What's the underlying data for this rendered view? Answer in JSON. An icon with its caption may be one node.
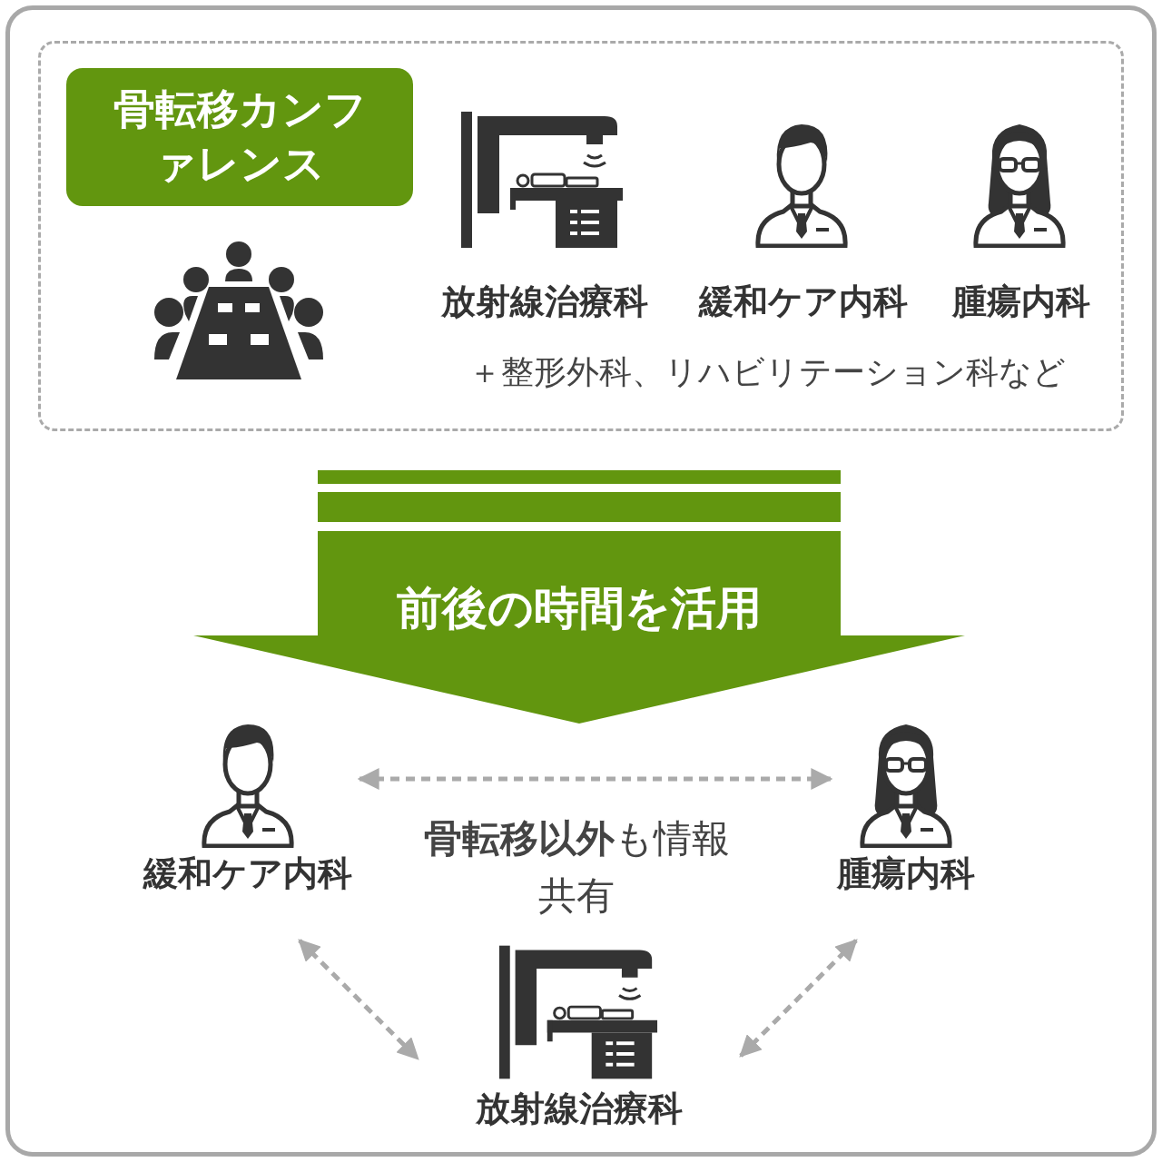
{
  "diagram": {
    "nodes": [
      {
        "text": [],
        "shape": "box"
      },
      {
        "text": [
          "骨転移カンファレンス"
        ],
        "in": 0
      },
      {
        "text": [
          "前後の時間を活用"
        ]
      },
      {
        "text": [
          "緩和ケア内科"
        ]
      },
      {
        "text": [
          "腫瘍内科"
        ]
      },
      {
        "text": [
          "放射線治療科"
        ]
      }
    ],
    "edges": [
      {
        "from": 3,
        "to": 4,
        "arrow": "both",
        "style": "dashed"
      },
      {
        "from": 3,
        "to": 5,
        "arrow": "both",
        "style": "dashed"
      },
      {
        "from": 4,
        "to": 5,
        "arrow": "both",
        "style": "dashed"
      }
    ],
    "labels": [
      "放射線治療科",
      "緩和ケア内科",
      "腫瘍内科",
      "＋整形外科、リハビリテーション科など",
      "**骨転移以外**も情報共有"
    ]
  }
}
